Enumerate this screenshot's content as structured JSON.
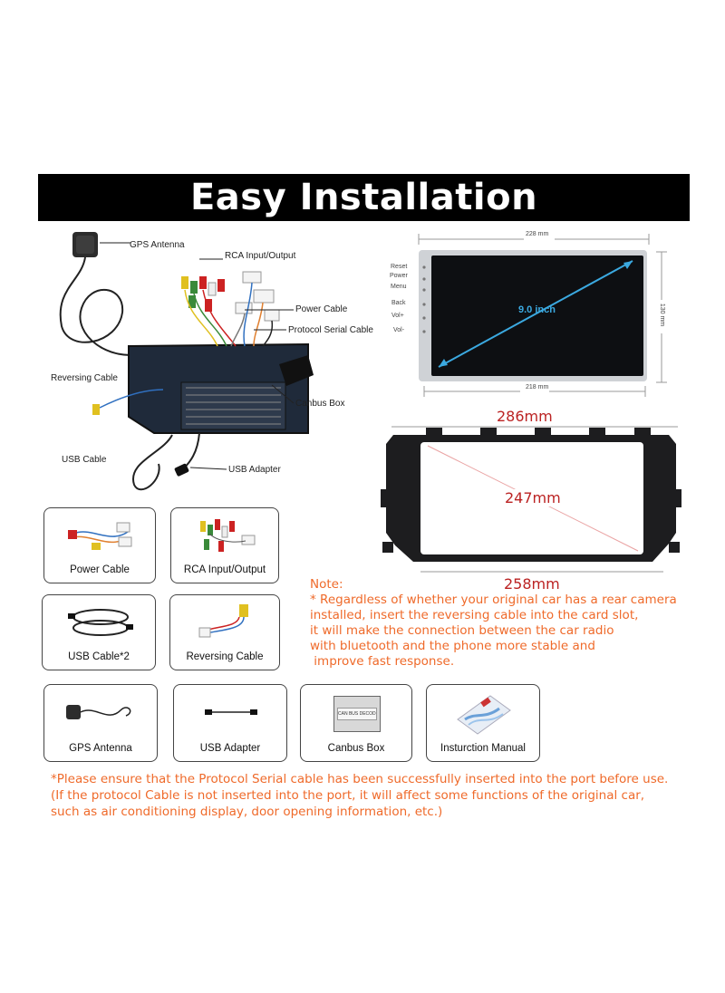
{
  "banner": {
    "title": "Easy Installation"
  },
  "wiring_diagram": {
    "labels": {
      "gps_antenna": "GPS Antenna",
      "rca": "RCA Input/Output",
      "power_cable": "Power Cable",
      "protocol_serial": "Protocol Serial Cable",
      "reversing_cable": "Reversing Cable",
      "canbus_box": "Canbus Box",
      "usb_cable": "USB Cable",
      "usb_adapter": "USB Adapter"
    }
  },
  "screen_spec": {
    "top_width": "228 mm",
    "bottom_width": "218 mm",
    "height": "130 mm",
    "diagonal": "9.0 inch",
    "buttons": [
      "Reset",
      "Power",
      "Menu",
      "Back",
      "Vol+",
      "Vol-"
    ]
  },
  "frame_spec": {
    "top_width": "286mm",
    "diagonal": "247mm",
    "bottom_width": "258mm"
  },
  "parts": {
    "row1": [
      "Power Cable",
      "RCA Input/Output"
    ],
    "row2": [
      "USB Cable*2",
      "Reversing Cable"
    ],
    "row3": [
      "GPS Antenna",
      "USB Adapter",
      "Canbus Box",
      "Insturction Manual"
    ],
    "canbus_box_text": "CAN BUS DECODER"
  },
  "note": {
    "title": "Note:",
    "lines": [
      "* Regardless of whether your original car has a rear camera",
      "installed, insert the reversing cable into the card slot,",
      "it will make the connection between the car radio",
      "with bluetooth and the phone more stable and",
      " improve fast response."
    ]
  },
  "bottom_note": {
    "lines": [
      "*Please ensure that the Protocol Serial cable has been successfully inserted into the port before use.",
      "(If the protocol Cable is not inserted into the port, it will affect some functions of the original car,",
      "such as air conditioning display, door opening information, etc.)"
    ]
  },
  "colors": {
    "banner_bg": "#000000",
    "banner_text": "#ffffff",
    "note_orange": "#ef6a2a",
    "dimension_red": "#b22222",
    "diagonal_blue": "#3ba9e0"
  }
}
